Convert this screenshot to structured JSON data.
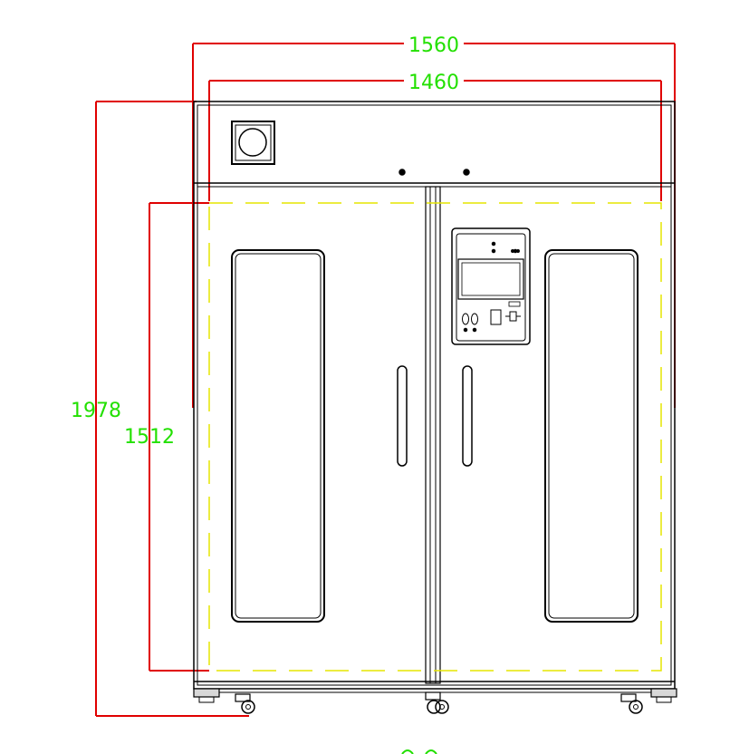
{
  "drawing": {
    "type": "technical-elevation",
    "subject": "double-door cabinet front elevation",
    "units": "mm",
    "dimensions": {
      "overall_width": "1560",
      "inner_width": "1460",
      "overall_height": "1978",
      "inner_height": "1512"
    },
    "colors": {
      "outline": "#000000",
      "dimension_line": "#e00000",
      "dimension_text": "#22e000",
      "hidden_line": "#e6e600"
    }
  }
}
